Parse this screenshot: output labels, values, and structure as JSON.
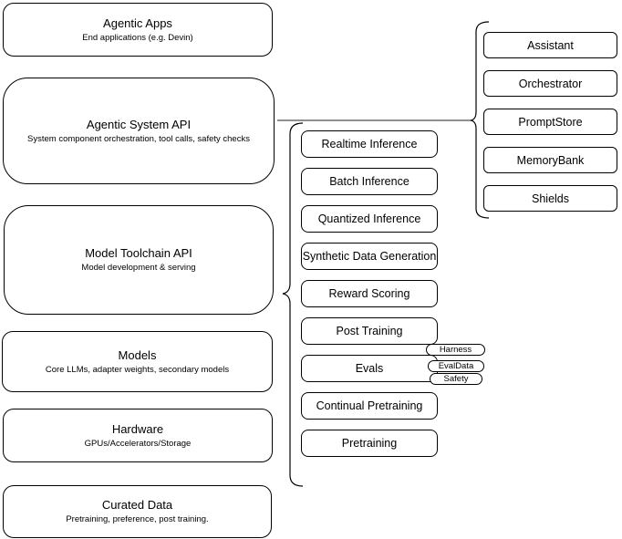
{
  "diagram": {
    "left_stack": [
      {
        "title": "Agentic Apps",
        "subtitle": "End applications (e.g. Devin)"
      },
      {
        "title": "Agentic System API",
        "subtitle": "System component orchestration, tool calls, safety checks"
      },
      {
        "title": "Model Toolchain API",
        "subtitle": "Model development & serving"
      },
      {
        "title": "Models",
        "subtitle": "Core LLMs, adapter weights, secondary models"
      },
      {
        "title": "Hardware",
        "subtitle": "GPUs/Accelerators/Storage"
      },
      {
        "title": "Curated Data",
        "subtitle": "Pretraining, preference, post training."
      }
    ],
    "toolchain_group": {
      "items": [
        "Realtime Inference",
        "Batch Inference",
        "Quantized Inference",
        "Synthetic Data Generation",
        "Reward Scoring",
        "Post Training",
        "Evals",
        "Continual Pretraining",
        "Pretraining"
      ]
    },
    "evals_annotations": [
      "Harness",
      "EvalData",
      "Safety"
    ],
    "agentic_group": {
      "items": [
        "Assistant",
        "Orchestrator",
        "PromptStore",
        "MemoryBank",
        "Shields"
      ]
    },
    "colors": {
      "stroke": "#000000",
      "connector": "#4d4d4d",
      "background": "#ffffff",
      "text": "#000000"
    }
  }
}
